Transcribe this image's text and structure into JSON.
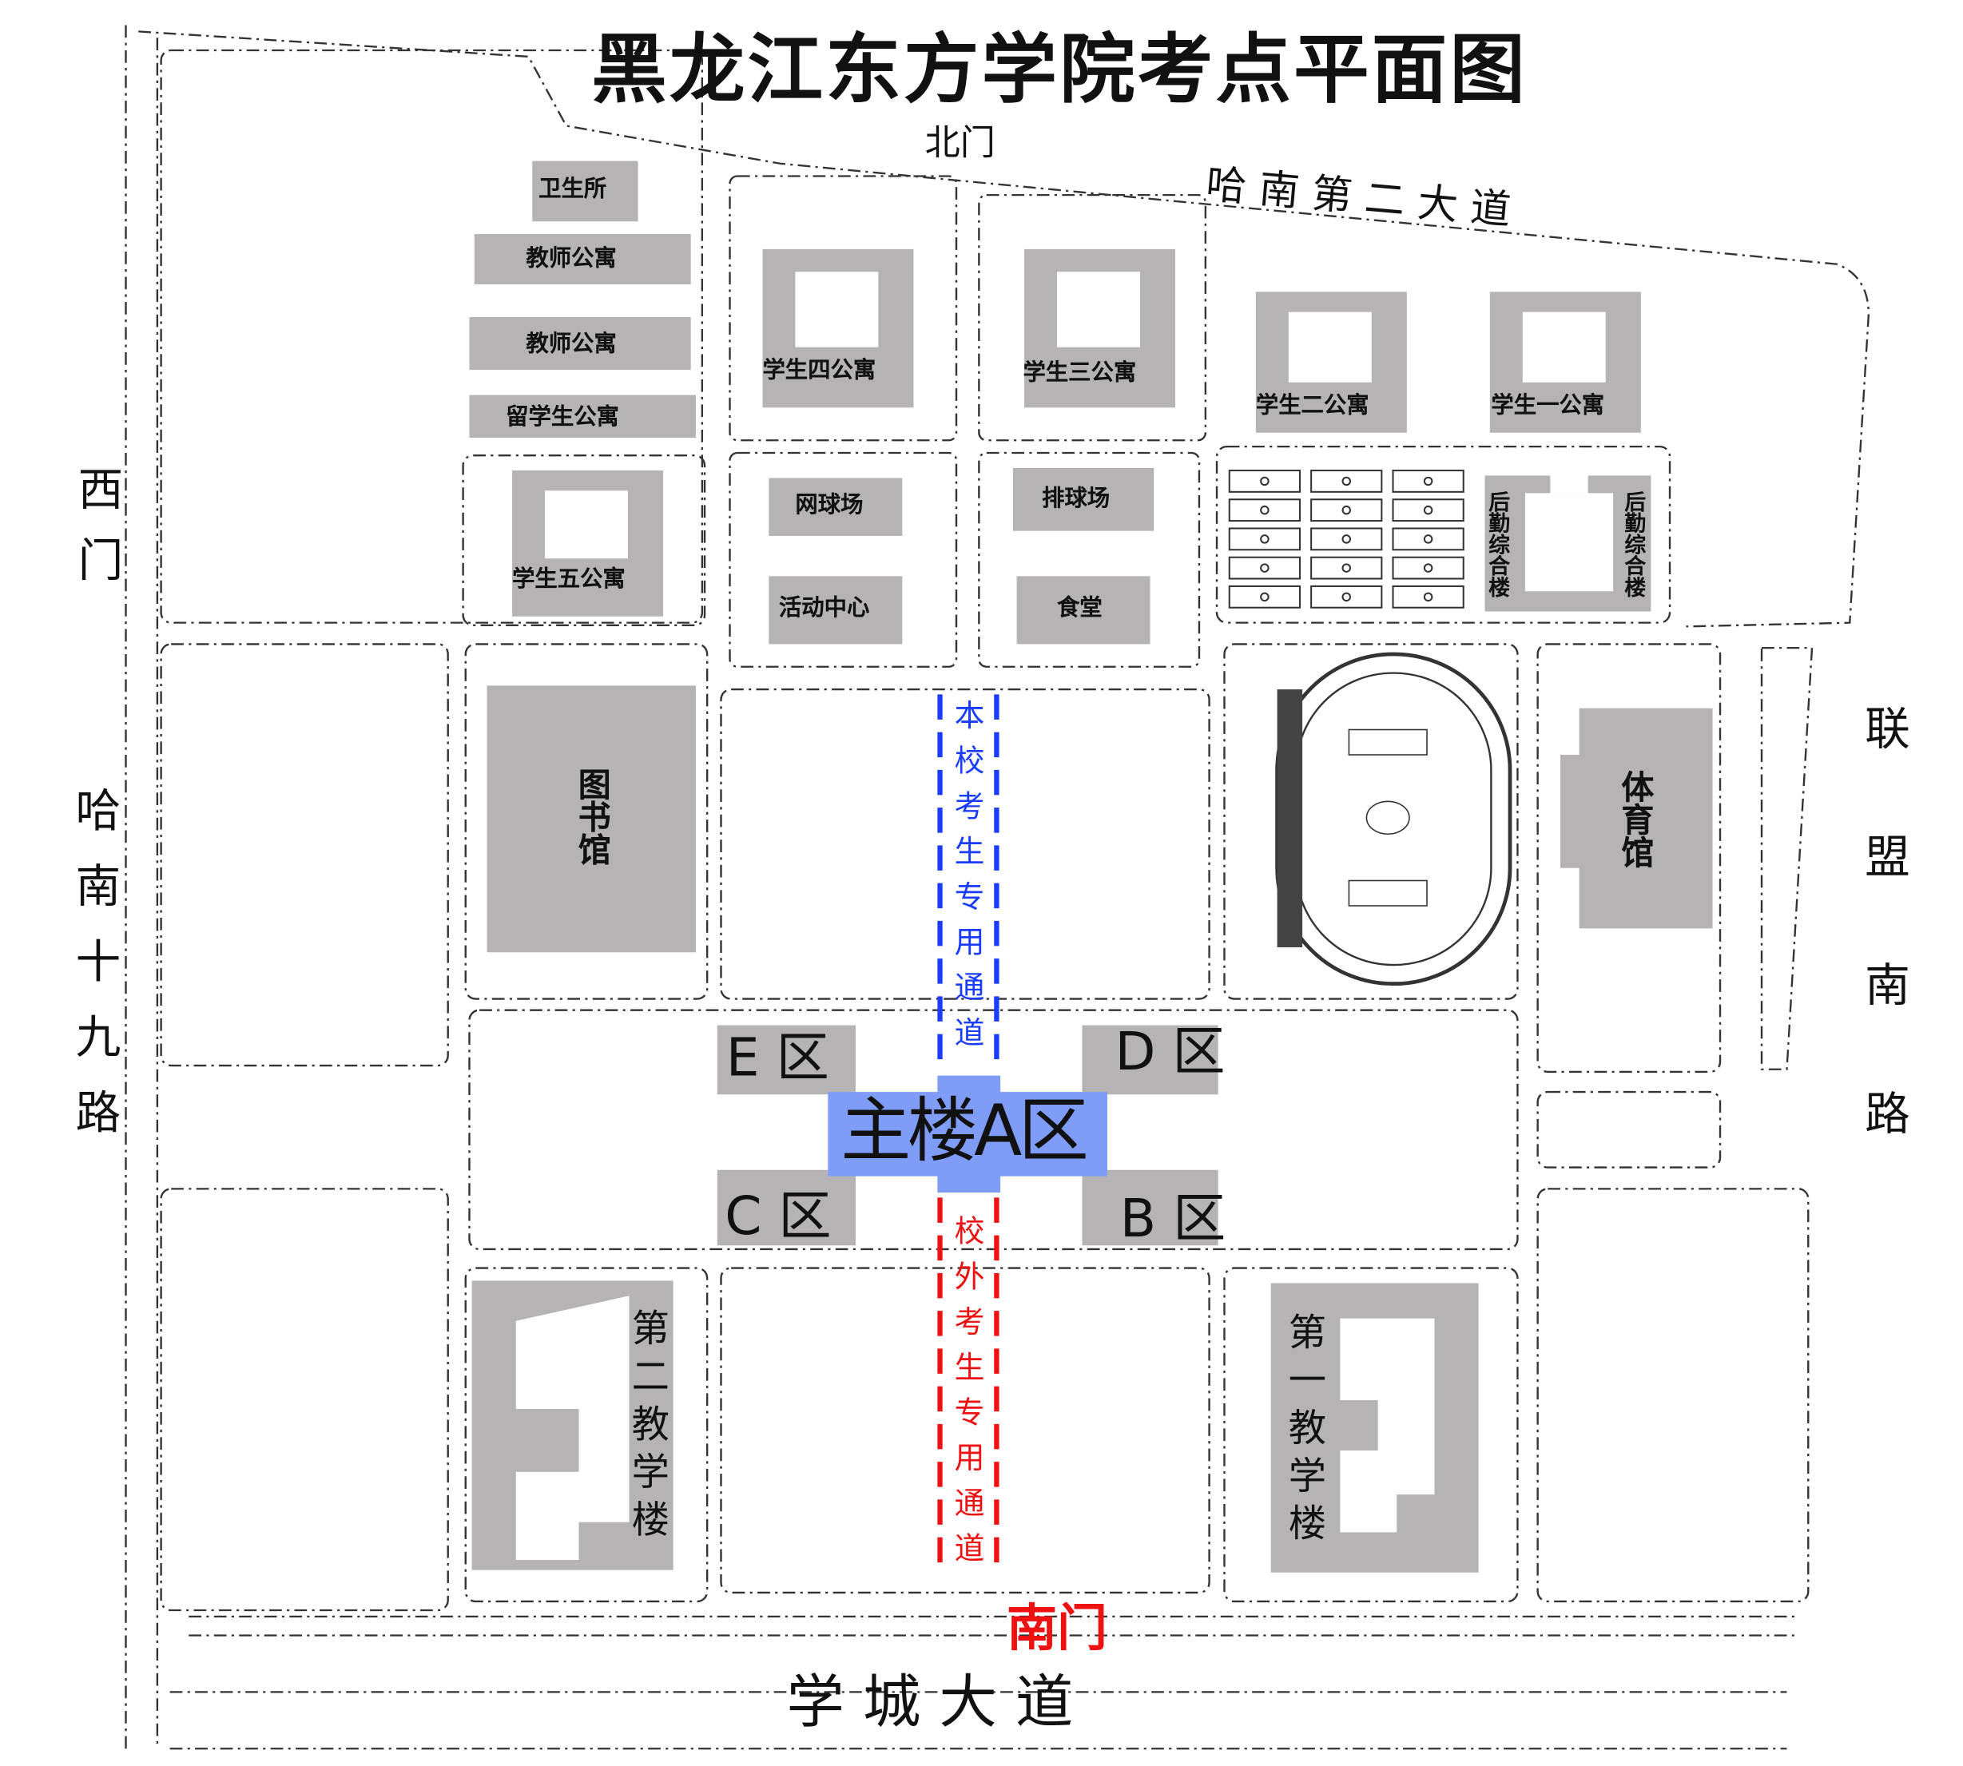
{
  "title": "黑龙江东方学院考点平面图",
  "gates": {
    "north": "北门",
    "west": "西门",
    "south": "南门"
  },
  "roads": {
    "north": "哈 南 第 二 大 道",
    "west": "哈南十九路",
    "east": "联盟南路",
    "south": "学 城 大 道"
  },
  "buildings": {
    "clinic": "卫生所",
    "teacher_apt_1": "教师公寓",
    "teacher_apt_2": "教师公寓",
    "intl_apt": "留学生公寓",
    "dorm4": "学生四公寓",
    "dorm3": "学生三公寓",
    "dorm2": "学生二公寓",
    "dorm1": "学生一公寓",
    "dorm5": "学生五公寓",
    "tennis": "网球场",
    "volleyball": "排球场",
    "activity": "活动中心",
    "canteen": "食堂",
    "logistics_left": "后勤综合楼",
    "logistics_right": "后勤综合楼",
    "library": "图书馆",
    "gym": "体育馆",
    "teaching2": "第二教学楼",
    "teaching1": "第一教学楼"
  },
  "zones": {
    "main": "主楼A区",
    "b": "B 区",
    "c": "C 区",
    "d": "D 区",
    "e": "E 区"
  },
  "lanes": {
    "internal": "本校考生专用通道",
    "external": "校外考生专用通道"
  },
  "colors": {
    "building": "#b5b3b4",
    "main_building": "#7f9df7",
    "internal_lane": "#1a3cff",
    "external_lane": "#ee1111",
    "south_gate": "#ee1111"
  }
}
